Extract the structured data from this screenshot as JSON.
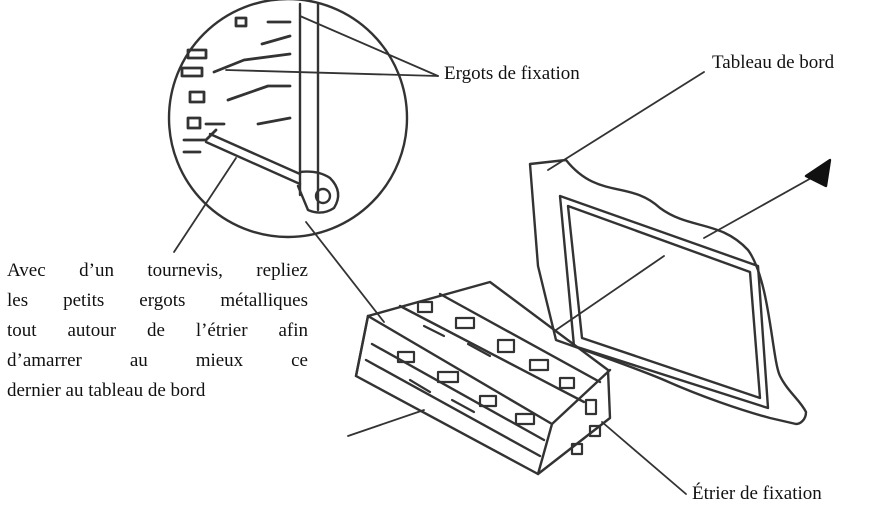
{
  "labels": {
    "ergots": "Ergots de fixation",
    "tableau": "Tableau de bord",
    "etrier": "Étrier de fixation"
  },
  "instruction": {
    "lines": [
      "Avec d’un tournevis, repliez",
      "les petits ergots métalliques",
      "tout autour de l’étrier afin",
      "d’amarrer au mieux ce",
      "dernier au tableau de bord"
    ]
  },
  "colors": {
    "ink": "#111111",
    "line": "#333333",
    "background": "#ffffff"
  },
  "icons": {
    "arrow": "arrow-head-icon"
  }
}
